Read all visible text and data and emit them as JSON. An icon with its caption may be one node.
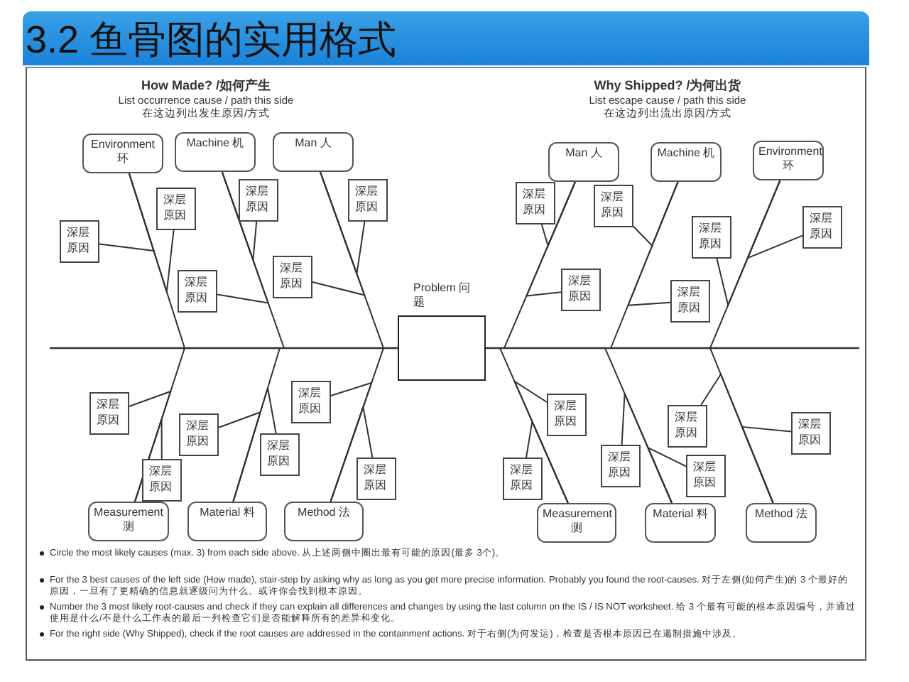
{
  "diagram": {
    "title": "3.2 鱼骨图的实用格式",
    "nodes": [
      {
        "text": [
          "Environment 环"
        ]
      },
      {
        "text": [
          "Machine 机"
        ]
      },
      {
        "text": [
          "Man 人"
        ]
      },
      {
        "text": [
          "Man 人"
        ]
      },
      {
        "text": [
          "Machine 机"
        ]
      },
      {
        "text": [
          "Environment 环"
        ]
      },
      {
        "text": [
          "Problem 问题"
        ]
      },
      {
        "text": [
          "Measurement 测"
        ]
      },
      {
        "text": [
          "Material 料"
        ]
      },
      {
        "text": [
          "Method 法"
        ]
      },
      {
        "text": [
          "Measurement 测"
        ]
      },
      {
        "text": [
          "Material 料"
        ]
      },
      {
        "text": [
          "Method 法"
        ]
      },
      {
        "text": [
          "深层原因"
        ]
      },
      {
        "text": [
          "深层原因"
        ]
      },
      {
        "text": [
          "深层原因"
        ]
      },
      {
        "text": [
          "深层原因"
        ]
      },
      {
        "text": [
          "深层原因"
        ]
      },
      {
        "text": [
          "深层原因"
        ]
      },
      {
        "text": [
          "深层原因"
        ]
      },
      {
        "text": [
          "深层原因"
        ]
      },
      {
        "text": [
          "深层原因"
        ]
      },
      {
        "text": [
          "深层原因"
        ]
      },
      {
        "text": [
          "深层原因"
        ]
      },
      {
        "text": [
          "深层原因"
        ]
      },
      {
        "text": [
          "深层原因"
        ]
      },
      {
        "text": [
          "深层原因"
        ]
      },
      {
        "text": [
          "深层原因"
        ]
      },
      {
        "text": [
          "深层原因"
        ]
      },
      {
        "text": [
          "深层原因"
        ]
      },
      {
        "text": [
          "深层原因"
        ]
      },
      {
        "text": [
          "深层原因"
        ]
      },
      {
        "text": [
          "深层原因"
        ]
      },
      {
        "text": [
          "深层原因"
        ]
      },
      {
        "text": [
          "深层原因"
        ]
      },
      {
        "text": [
          "深层原因"
        ]
      },
      {
        "text": [
          "深层原因"
        ]
      }
    ],
    "edges": [
      {
        "from": 0,
        "to": 6,
        "arrow": "none"
      },
      {
        "from": 1,
        "to": 6,
        "arrow": "none"
      },
      {
        "from": 2,
        "to": 6,
        "arrow": "none"
      },
      {
        "from": 3,
        "to": 6,
        "arrow": "none"
      },
      {
        "from": 4,
        "to": 6,
        "arrow": "none"
      },
      {
        "from": 5,
        "to": 6,
        "arrow": "none"
      },
      {
        "from": 7,
        "to": 6,
        "arrow": "none"
      },
      {
        "from": 8,
        "to": 6,
        "arrow": "none"
      },
      {
        "from": 9,
        "to": 6,
        "arrow": "none"
      },
      {
        "from": 10,
        "to": 6,
        "arrow": "none"
      },
      {
        "from": 11,
        "to": 6,
        "arrow": "none"
      },
      {
        "from": 12,
        "to": 6,
        "arrow": "none"
      },
      {
        "from": 13,
        "to": 0,
        "arrow": "none"
      },
      {
        "from": 14,
        "to": 0,
        "arrow": "none"
      },
      {
        "from": 15,
        "to": 1,
        "arrow": "none"
      },
      {
        "from": 16,
        "to": 1,
        "arrow": "none"
      },
      {
        "from": 17,
        "to": 2,
        "arrow": "none"
      },
      {
        "from": 18,
        "to": 2,
        "arrow": "none"
      },
      {
        "from": 19,
        "to": 3,
        "arrow": "none"
      },
      {
        "from": 20,
        "to": 3,
        "arrow": "none"
      },
      {
        "from": 21,
        "to": 4,
        "arrow": "none"
      },
      {
        "from": 22,
        "to": 4,
        "arrow": "none"
      },
      {
        "from": 23,
        "to": 5,
        "arrow": "none"
      },
      {
        "from": 24,
        "to": 5,
        "arrow": "none"
      },
      {
        "from": 25,
        "to": 7,
        "arrow": "none"
      },
      {
        "from": 26,
        "to": 7,
        "arrow": "none"
      },
      {
        "from": 27,
        "to": 8,
        "arrow": "none"
      },
      {
        "from": 28,
        "to": 8,
        "arrow": "none"
      },
      {
        "from": 29,
        "to": 9,
        "arrow": "none"
      },
      {
        "from": 30,
        "to": 9,
        "arrow": "none"
      },
      {
        "from": 31,
        "to": 10,
        "arrow": "none"
      },
      {
        "from": 32,
        "to": 10,
        "arrow": "none"
      },
      {
        "from": 33,
        "to": 11,
        "arrow": "none"
      },
      {
        "from": 34,
        "to": 11,
        "arrow": "none"
      },
      {
        "from": 35,
        "to": 12,
        "arrow": "none"
      },
      {
        "from": 36,
        "to": 12,
        "arrow": "none"
      }
    ],
    "labels": [
      "How Made? /如何产生",
      "List occurrence cause / path this side",
      "在这边列出发生原因/方式",
      "Why Shipped? /为何出货",
      "List escape cause / path this side",
      "在这边列出流出原因/方式",
      "Circle the most likely causes (max. 3) from each side above. 从上述两侧中圈出最有可能的原因(最多 3个)。",
      "For the 3 best causes of the left side (How made), stair-step by asking why as long as you get more precise information. Probably you found the root-causes. 对于左侧(如何产生)的 3 个最好的原因，一旦有了更精确的信息就逐级问为什么。或许你会找到根本原因。",
      "Number the 3 most likely root-causes and check if they can explain all differences and changes by using the last column on the IS / IS NOT worksheet. 给 3 个最有可能的根本原因编号，并通过使用是什么/不是什么工作表的最后一列检查它们是否能解释所有的差异和变化。",
      "For the right side (Why Shipped), check if the root causes are addressed in the containment actions. 对于右侧(为何发运)，检查是否根本原因已在遏制措施中涉及。"
    ]
  }
}
